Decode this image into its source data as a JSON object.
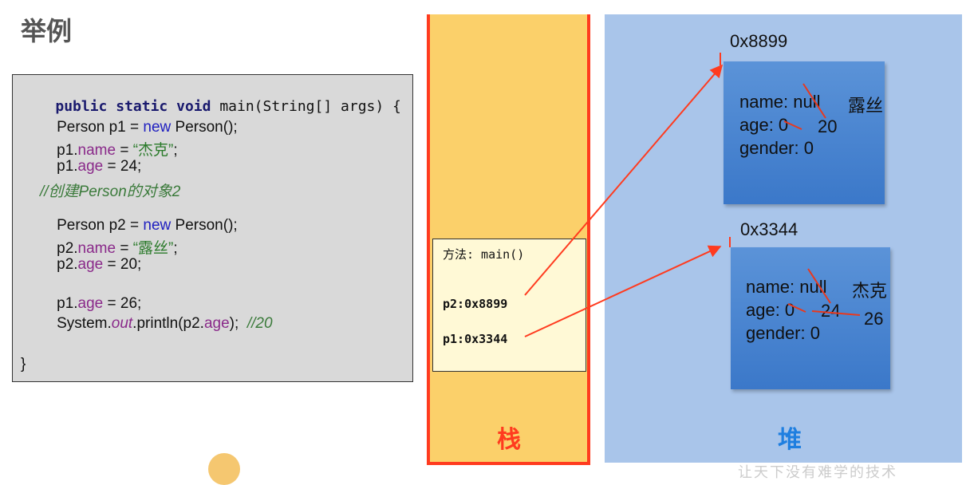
{
  "title": "举例",
  "code": {
    "line1": [
      "public",
      "static",
      "void",
      "main(String[] args) {"
    ],
    "line2": [
      "Person p1 = ",
      "new",
      " Person();"
    ],
    "line3": [
      "p1.",
      "name",
      " = ",
      "“杰克”",
      ";"
    ],
    "line4": [
      "p1.",
      "age",
      " = 24;"
    ],
    "comment1": "//创建Person的对象2",
    "line5": [
      "Person p2 = ",
      "new",
      " Person();"
    ],
    "line6": [
      "p2.",
      "name",
      " = ",
      "“露丝”",
      ";"
    ],
    "line7": [
      "p2.",
      "age",
      " = 20;"
    ],
    "line8": [
      "p1.",
      "age",
      " = 26;"
    ],
    "line9": [
      "System.",
      "out",
      ".println(p2.",
      "age",
      ");  ",
      "//20"
    ],
    "closing": "}"
  },
  "stack": {
    "label": "栈",
    "label_color": "#ff3b1f",
    "frame_title": "方法: main()",
    "p2": "p2:0x8899",
    "p1": "p1:0x3344"
  },
  "heap": {
    "label": "堆",
    "label_color": "#1f7fe0",
    "obj1": {
      "address": "0x8899",
      "name_line": "name: null",
      "name_new": "露丝",
      "age_line": "age: 0",
      "age_new": "20",
      "gender_line": "gender: 0"
    },
    "obj2": {
      "address": "0x3344",
      "name_line": "name: null",
      "name_new": "杰克",
      "age_line": "age: 0",
      "age_mid": "24",
      "age_new": "26",
      "gender_line": "gender: 0"
    }
  },
  "watermark": "让天下没有难学的技术"
}
